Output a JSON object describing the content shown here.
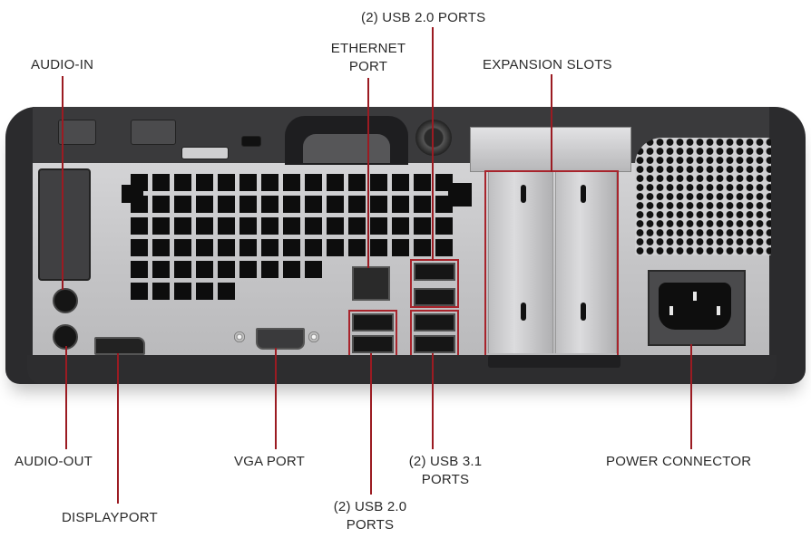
{
  "diagram": {
    "subject": "Desktop PC rear I/O panel",
    "line_color": "#9b1b22",
    "callouts_top": [
      {
        "id": "audio-in",
        "label": "AUDIO-IN"
      },
      {
        "id": "ethernet",
        "label_line1": "ETHERNET",
        "label_line2": "PORT"
      },
      {
        "id": "usb20-top",
        "label": "(2) USB 2.0 PORTS"
      },
      {
        "id": "expansion",
        "label": "EXPANSION SLOTS"
      }
    ],
    "callouts_bottom": [
      {
        "id": "audio-out",
        "label": "AUDIO-OUT"
      },
      {
        "id": "displayport",
        "label": "DISPLAYPORT"
      },
      {
        "id": "vga",
        "label": "VGA PORT"
      },
      {
        "id": "usb20-bottom",
        "label_line1": "(2) USB 2.0",
        "label_line2": "PORTS"
      },
      {
        "id": "usb31",
        "label_line1": "(2) USB 3.1",
        "label_line2": "PORTS"
      },
      {
        "id": "power",
        "label": "POWER CONNECTOR"
      }
    ]
  }
}
